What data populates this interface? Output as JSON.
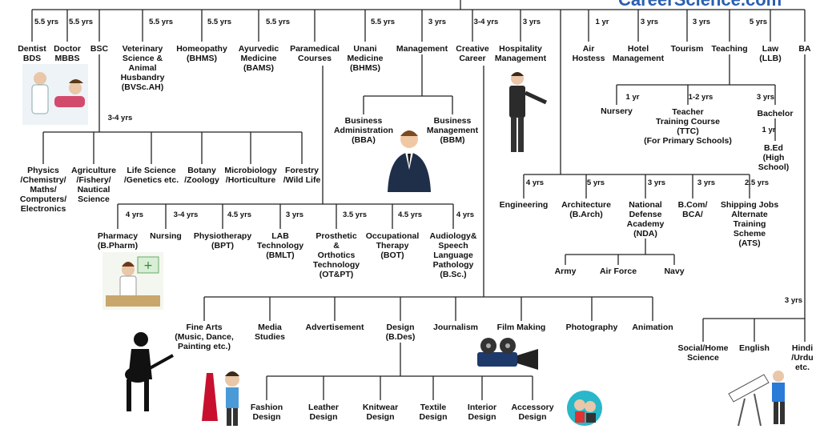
{
  "brand": "CareerScience.com",
  "edge_color": "#222222",
  "nodes": {
    "dentist": "Dentist\nBDS",
    "doctor": "Doctor\nMBBS",
    "bsc": "BSC",
    "veterinary": "Veterinary\nScience &\nAnimal\nHusbandry\n(BVSc.AH)",
    "homeopathy": "Homeopathy\n(BHMS)",
    "ayurvedic": "Ayurvedic\nMedicine\n(BAMS)",
    "paramedical": "Paramedical\nCourses",
    "unani": "Unani\nMedicine\n(BHMS)",
    "management": "Management",
    "creative": "Creative\nCareer",
    "hospitality": "Hospitality\nManagement",
    "air_hostess": "Air\nHostess",
    "hotel_mgmt": "Hotel\nManagement",
    "tourism": "Tourism",
    "teaching": "Teaching",
    "law": "Law\n(LLB)",
    "ba": "BA",
    "physics": "Physics\n/Chemistry/\nMaths/\nComputers/\nElectronics",
    "agriculture": "Agriculture\n/Fishery/\nNautical\nScience",
    "life_science": "Life Science\n/Genetics etc.",
    "botany": "Botany\n/Zoology",
    "microbiology": "Microbiology\n/Horticulture",
    "forestry": "Forestry\n/Wild Life",
    "bba": "Business\nAdministration\n(BBA)",
    "bbm": "Business\nManagement\n(BBM)",
    "nursery": "Nursery",
    "ttc": "Teacher\nTraining Course\n(TTC)\n(For Primary Schools)",
    "bachelor": "Bachelor",
    "bed": "B.Ed\n(High School)",
    "pharmacy": "Pharmacy\n(B.Pharm)",
    "nursing": "Nursing",
    "physiotherapy": "Physiotherapy\n(BPT)",
    "lab": "LAB\nTechnology\n(BMLT)",
    "prosthetic": "Prosthetic\n&\nOrthotics\nTechnology\n(OT&PT)",
    "occupational": "Occupational\nTherapy\n(BOT)",
    "audiology": "Audiology&\nSpeech\nLanguage\nPathology\n(B.Sc.)",
    "engineering": "Engineering",
    "architecture": "Architecture\n(B.Arch)",
    "nda": "National\nDefense\nAcademy\n(NDA)",
    "bcom": "B.Com/\nBCA/",
    "shipping": "Shipping Jobs\nAlternate\nTraining\nScheme\n(ATS)",
    "army": "Army",
    "air_force": "Air Force",
    "navy": "Navy",
    "fine_arts": "Fine Arts\n(Music, Dance,\nPainting etc.)",
    "media": "Media\nStudies",
    "advertisement": "Advertisement",
    "design": "Design\n(B.Des)",
    "journalism": "Journalism",
    "film_making": "Film Making",
    "photography": "Photography",
    "animation": "Animation",
    "fashion": "Fashion\nDesign",
    "leather": "Leather\nDesign",
    "knitwear": "Knitwear\nDesign",
    "textile": "Textile\nDesign",
    "interior": "Interior\nDesign",
    "accessory": "Accessory\nDesign",
    "social": "Social/Home\nScience",
    "english": "English",
    "hindi": "Hindi\n/Urdu etc."
  },
  "durations": {
    "d_dentist": "5.5 yrs",
    "d_doctor": "5.5 yrs",
    "d_vet": "5.5 yrs",
    "d_homeo": "5.5 yrs",
    "d_ayur": "5.5 yrs",
    "d_unani": "5.5 yrs",
    "d_mgmt": "3 yrs",
    "d_creative": "3-4 yrs",
    "d_hosp": "3 yrs",
    "d_air": "1 yr",
    "d_hotel": "3 yrs",
    "d_tourism": "3 yrs",
    "d_law": "5 yrs",
    "d_bsc": "3-4 yrs",
    "d_nursery": "1 yr",
    "d_ttc": "1-2 yrs",
    "d_bachelor": "3 yrs",
    "d_bed": "1 yr",
    "d_pharmacy": "4 yrs",
    "d_nursing": "3-4 yrs",
    "d_physio": "4.5 yrs",
    "d_lab": "3 yrs",
    "d_prosthetic": "3.5 yrs",
    "d_occupational": "4.5 yrs",
    "d_audiology": "4 yrs",
    "d_engineering": "4 yrs",
    "d_arch": "5 yrs",
    "d_nda": "3 yrs",
    "d_bcom": "3 yrs",
    "d_shipping": "2.5 yrs",
    "d_ba": "3 yrs"
  }
}
